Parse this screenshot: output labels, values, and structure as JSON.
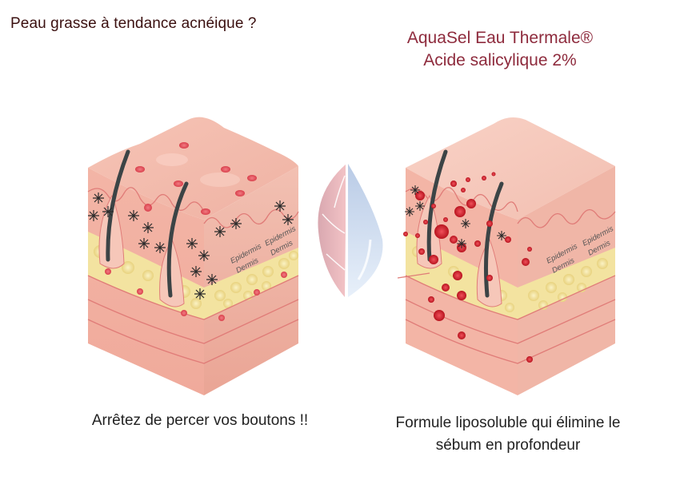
{
  "header": {
    "left_title": "Peau grasse à tendance acnéique ?",
    "right_title_line1": "AquaSel Eau Thermale®",
    "right_title_line2": "Acide salicylique 2%"
  },
  "illustrations": {
    "left_block": {
      "description": "skin-cross-section-with-acne",
      "labels": [
        "Epidermis",
        "Dermis",
        "Epidermis",
        "Dermis"
      ]
    },
    "center_icon": "leaf-drop-icon",
    "right_block": {
      "description": "skin-cross-section-treated",
      "labels": [
        "Epidermis",
        "Dermis",
        "Epidermis",
        "Dermis"
      ]
    }
  },
  "captions": {
    "left": "Arrêtez de percer vos boutons !!",
    "right_line1": "Formule liposoluble qui élimine le",
    "right_line2": "sébum en profondeur"
  },
  "colors": {
    "left_title": "#3b1010",
    "right_title": "#8e2b3d",
    "caption": "#222222",
    "skin": "#f4b8a8",
    "fat": "#f3e3a0",
    "pimple": "#e04a55"
  }
}
